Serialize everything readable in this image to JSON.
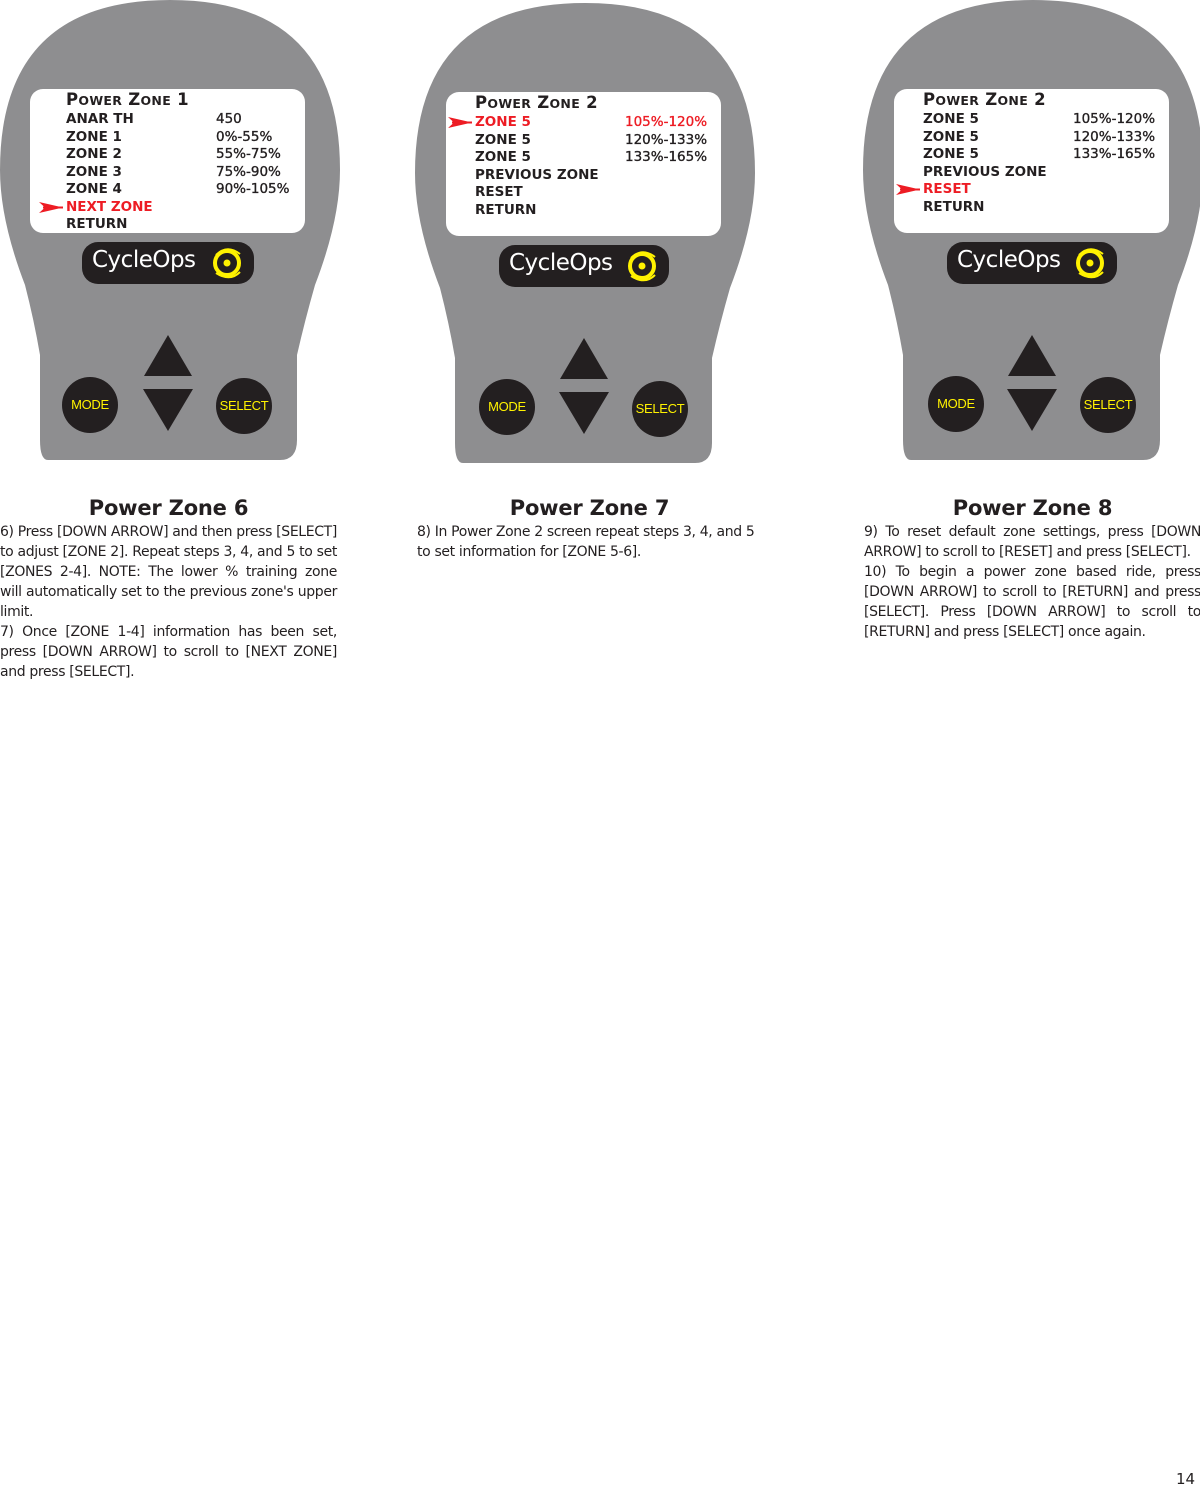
{
  "devices": [
    {
      "screen_title": {
        "big1": "P",
        "small1": "OWER",
        "big2": "Z",
        "small2": "ONE",
        "num": "1"
      },
      "rows": [
        {
          "label": "ANAR TH",
          "value": "450",
          "selected": false
        },
        {
          "label": "ZONE 1",
          "value": "0%-55%",
          "selected": false
        },
        {
          "label": "ZONE 2",
          "value": "55%-75%",
          "selected": false
        },
        {
          "label": "ZONE 3",
          "value": "75%-90%",
          "selected": false
        },
        {
          "label": "ZONE 4",
          "value": "90%-105%",
          "selected": false
        },
        {
          "label": "NEXT ZONE",
          "value": "",
          "selected": true
        },
        {
          "label": "RETURN",
          "value": "",
          "selected": false
        }
      ],
      "logo_text": "CycleOps",
      "mode_label": "MODE",
      "select_label": "SELECT"
    },
    {
      "screen_title": {
        "big1": "P",
        "small1": "OWER",
        "big2": "Z",
        "small2": "ONE",
        "num": "2"
      },
      "rows": [
        {
          "label": "ZONE 5",
          "value": "105%-120%",
          "selected": true
        },
        {
          "label": "ZONE 5",
          "value": "120%-133%",
          "selected": false
        },
        {
          "label": "ZONE 5",
          "value": "133%-165%",
          "selected": false
        },
        {
          "label": "PREVIOUS ZONE",
          "value": "",
          "selected": false
        },
        {
          "label": "RESET",
          "value": "",
          "selected": false
        },
        {
          "label": "RETURN",
          "value": "",
          "selected": false
        }
      ],
      "logo_text": "CycleOps",
      "mode_label": "MODE",
      "select_label": "SELECT"
    },
    {
      "screen_title": {
        "big1": "P",
        "small1": "OWER",
        "big2": "Z",
        "small2": "ONE",
        "num": "2"
      },
      "rows": [
        {
          "label": "ZONE 5",
          "value": "105%-120%",
          "selected": false
        },
        {
          "label": "ZONE 5",
          "value": "120%-133%",
          "selected": false
        },
        {
          "label": "ZONE 5",
          "value": "133%-165%",
          "selected": false
        },
        {
          "label": "PREVIOUS ZONE",
          "value": "",
          "selected": false
        },
        {
          "label": "RESET",
          "value": "",
          "selected": true
        },
        {
          "label": "RETURN",
          "value": "",
          "selected": false
        }
      ],
      "logo_text": "CycleOps",
      "mode_label": "MODE",
      "select_label": "SELECT"
    }
  ],
  "captions": [
    {
      "title": "Power Zone 6",
      "paragraphs": [
        "6) Press [DOWN ARROW] and then press [SELECT] to adjust [ZONE 2].  Repeat steps 3, 4, and 5 to set [ZONES 2-4].  NOTE: The lower % training zone will automatically set to the previous zone's upper limit.",
        "7) Once [ZONE 1-4] information has been set, press [DOWN ARROW] to scroll to [NEXT ZONE] and press [SELECT]."
      ]
    },
    {
      "title": "Power Zone 7",
      "paragraphs": [
        "8) In Power Zone 2 screen repeat steps 3, 4, and 5 to set information for [ZONE 5-6]."
      ]
    },
    {
      "title": "Power Zone 8",
      "paragraphs": [
        "9) To reset default zone settings, press [DOWN ARROW] to scroll to [RESET] and press [SELECT].",
        "10) To begin a power zone based ride, press [DOWN ARROW] to scroll to [RETURN] and press [SELECT].  Press [DOWN ARROW] to scroll to [RETURN] and press [SELECT] once again."
      ]
    }
  ],
  "page_number": "14",
  "colors": {
    "device_body": "#8e8e90",
    "button_dark": "#231f20",
    "button_text": "#fff200",
    "selected_text": "#ed1c24",
    "logo_ring": "#fff200"
  }
}
